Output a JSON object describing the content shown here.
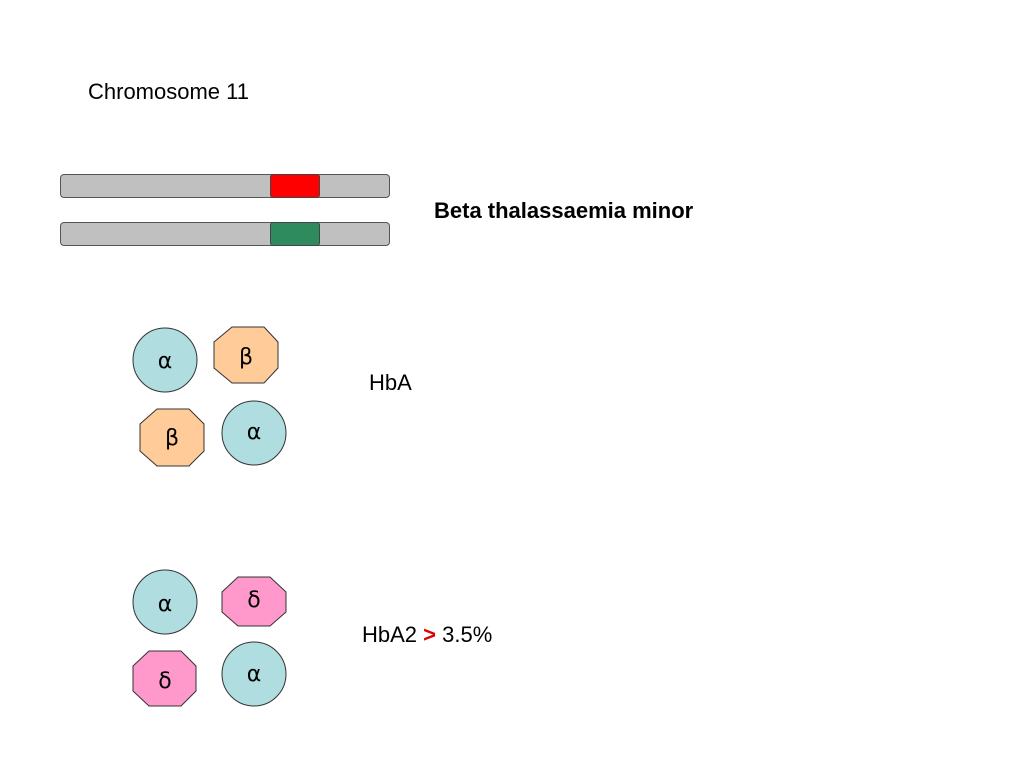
{
  "title": "Chromosome 11",
  "chromosomes": [
    {
      "band_color": "#ff0000"
    },
    {
      "band_color": "#2e8b5e"
    }
  ],
  "condition": "Beta thalassaemia minor",
  "colors": {
    "alpha": "#b0dde0",
    "beta": "#ffcc99",
    "delta": "#ff99cc",
    "chromosome": "#c0c0c0",
    "comparator": "#e00000"
  },
  "groups": [
    {
      "label": "HbA",
      "subunits": [
        "α",
        "β",
        "β",
        "α"
      ],
      "subunit_kinds": [
        "alpha-circle",
        "beta-octagon",
        "beta-octagon",
        "alpha-circle"
      ]
    },
    {
      "label_prefix": "HbA2",
      "label_operator": ">",
      "label_value": "3.5%",
      "subunits": [
        "α",
        "δ",
        "δ",
        "α"
      ],
      "subunit_kinds": [
        "alpha-circle",
        "delta-octagon",
        "delta-octagon",
        "alpha-circle"
      ]
    }
  ]
}
